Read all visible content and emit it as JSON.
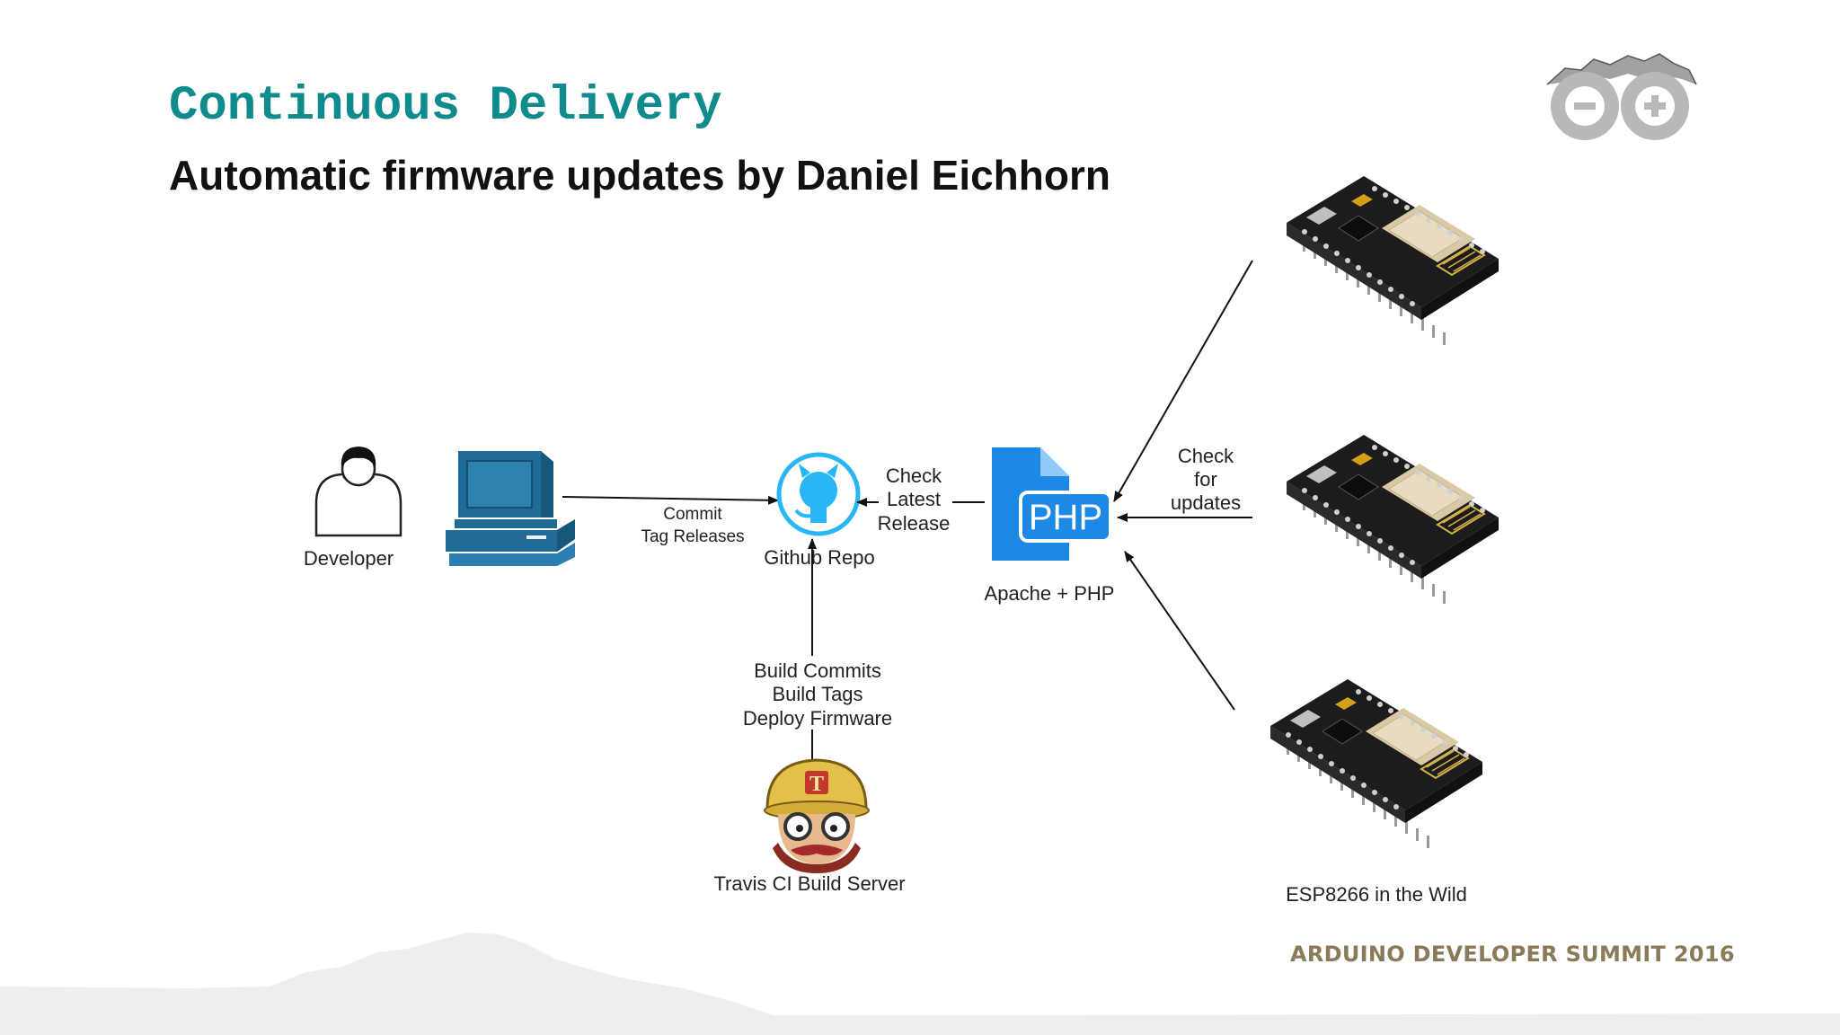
{
  "slide": {
    "title": "Continuous Delivery",
    "subtitle": "Automatic firmware updates by Daniel Eichhorn",
    "footer": "ARDUINO DEVELOPER SUMMIT 2016"
  },
  "diagram": {
    "developer_label": "Developer",
    "commit_label": [
      "Commit",
      "Tag Releases"
    ],
    "github_label": "Github Repo",
    "check_release_label": [
      "Check",
      "Latest",
      "Release"
    ],
    "php_icon_text": "PHP",
    "server_label": "Apache + PHP",
    "check_updates_label": [
      "Check",
      "for",
      "updates"
    ],
    "build_label": [
      "Build Commits",
      "Build Tags",
      "Deploy Firmware"
    ],
    "travis_label": "Travis CI Build Server",
    "travis_badge": "T",
    "esp_label": "ESP8266 in the Wild"
  },
  "colors": {
    "title": "#0f8b8d",
    "computer": "#1f6b96",
    "github": "#29b6f6",
    "php": "#1e88e5",
    "footer": "#8a7a5a",
    "board": "#1c1c1c",
    "esp_chip": "#d9c9a6"
  },
  "icons": [
    "developer-icon",
    "computer-icon",
    "github-icon",
    "php-file-icon",
    "travis-ci-icon",
    "esp8266-board-icon",
    "arduino-logo"
  ]
}
